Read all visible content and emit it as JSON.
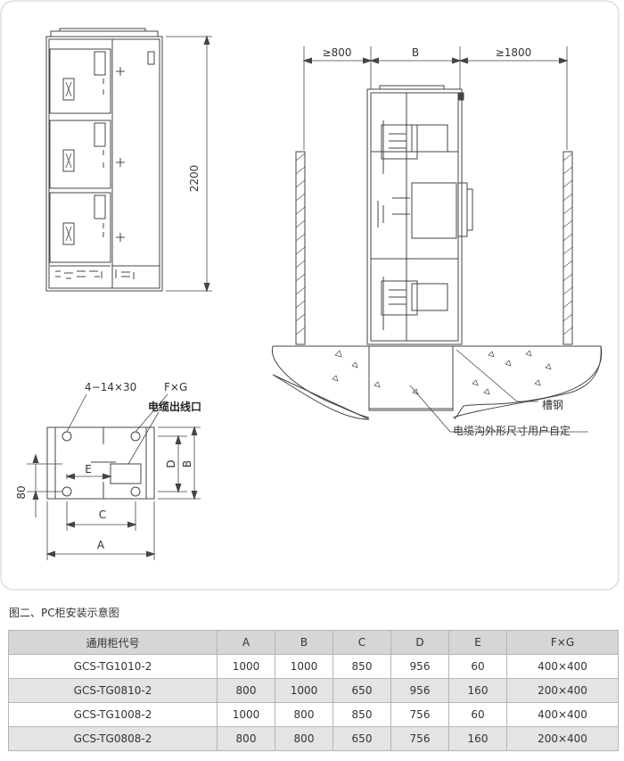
{
  "front_view": {
    "height_dim": "2200"
  },
  "side_view": {
    "dim_left": "≥800",
    "dim_mid": "B",
    "dim_right": "≥1800",
    "label_channel_steel": "槽钢",
    "label_trench": "电缆沟外形尺寸用户自定"
  },
  "base_plan": {
    "label_holes": "4−14×30",
    "label_fxg": "F×G",
    "label_outlet": "电缆出线口",
    "dim_80": "80",
    "dim_e": "E",
    "dim_d": "D",
    "dim_b": "B",
    "dim_c": "C",
    "dim_a": "A"
  },
  "caption": "图二、PC柜安装示意图",
  "table": {
    "headers": [
      "通用柜代号",
      "A",
      "B",
      "C",
      "D",
      "E",
      "F×G"
    ],
    "rows": [
      [
        "GCS-TG1010-2",
        "1000",
        "1000",
        "850",
        "956",
        "60",
        "400×400"
      ],
      [
        "GCS-TG0810-2",
        "800",
        "1000",
        "650",
        "956",
        "160",
        "200×400"
      ],
      [
        "GCS-TG1008-2",
        "1000",
        "800",
        "850",
        "756",
        "60",
        "400×400"
      ],
      [
        "GCS-TG0808-2",
        "800",
        "800",
        "650",
        "756",
        "160",
        "200×400"
      ]
    ]
  }
}
